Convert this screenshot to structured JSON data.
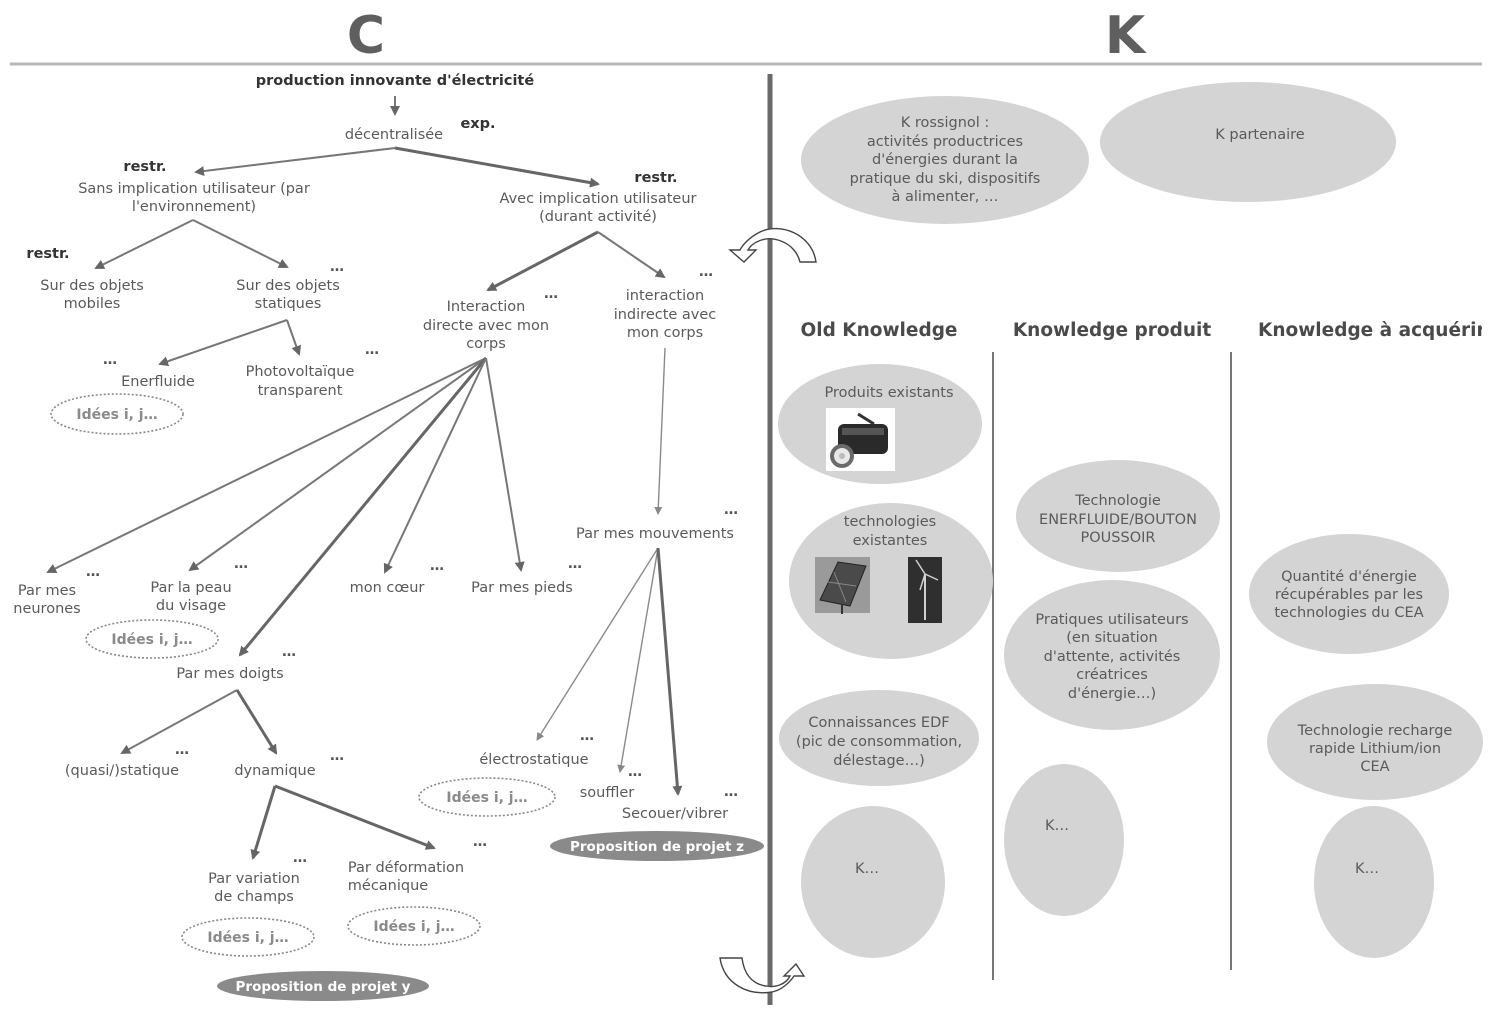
{
  "headers": {
    "c": "C",
    "k": "K"
  },
  "c_tree": {
    "root": "production innovante d'électricité",
    "decentralisee": "décentralisée",
    "exp": "exp.",
    "restr": "restr.",
    "sans_implication": [
      "Sans implication utilisateur (par",
      "l'environnement)"
    ],
    "avec_implication": [
      "Avec implication utilisateur",
      "(durant activité)"
    ],
    "objets_mobiles": [
      "Sur des objets",
      "mobiles"
    ],
    "objets_statiques": [
      "Sur des objets",
      "statiques"
    ],
    "enerfluide": "Enerfluide",
    "photovoltaique": [
      "Photovoltaïque",
      "transparent"
    ],
    "interaction_directe": [
      "Interaction",
      "directe avec mon",
      "corps"
    ],
    "interaction_indirecte": [
      "interaction",
      "indirecte avec",
      "mon corps"
    ],
    "neurones": [
      "Par mes",
      "neurones"
    ],
    "peau": [
      "Par la peau",
      "du visage"
    ],
    "coeur": "mon cœur",
    "pieds": "Par mes pieds",
    "doigts": "Par mes doigts",
    "quasistatique": "(quasi/)statique",
    "dynamique": "dynamique",
    "variation": [
      "Par variation",
      "de champs"
    ],
    "deformation": [
      "Par déformation",
      "mécanique"
    ],
    "mouvements": "Par mes mouvements",
    "electrostatique": "électrostatique",
    "souffler": "souffler",
    "secouer": "Secouer/vibrer",
    "ellipsis": "…",
    "idees": "Idées i, j…",
    "proposition_y": "Proposition de projet y",
    "proposition_z": "Proposition de projet z"
  },
  "k_space": {
    "k_rossignol": [
      "K rossignol :",
      "activités productrices",
      "d'énergies durant la",
      "pratique du ski, dispositifs",
      "à alimenter, …"
    ],
    "k_partenaire": "K partenaire",
    "columns": [
      "Old Knowledge",
      "Knowledge produit",
      "Knowledge à acquérir"
    ],
    "old": {
      "produits": "Produits existants",
      "technologies": [
        "technologies",
        "existantes"
      ],
      "edf": [
        "Connaissances EDF",
        "(pic de consommation,",
        "délestage…)"
      ],
      "k": "K…"
    },
    "produit": {
      "technologie": [
        "Technologie",
        "ENERFLUIDE/BOUTON",
        "POUSSOIR"
      ],
      "pratiques": [
        "Pratiques utilisateurs",
        "(en situation",
        "d'attente, activités",
        "créatrices",
        "d'énergie…)"
      ],
      "k": "K…"
    },
    "acquerir": {
      "quantite": [
        "Quantité d'énergie",
        "récupérables par les",
        "technologies du CEA"
      ],
      "recharge": [
        "Technologie recharge",
        "rapide Lithium/ion",
        "CEA"
      ],
      "k": "K…"
    }
  },
  "icons": [
    "flashlight-icon",
    "solar-panel-icon",
    "wind-turbine-icon",
    "curved-arrow-icon"
  ],
  "colors": {
    "bubble": "#d4d4d4",
    "proposal": "#8a8a8a",
    "divider": "#6a6a6a"
  }
}
